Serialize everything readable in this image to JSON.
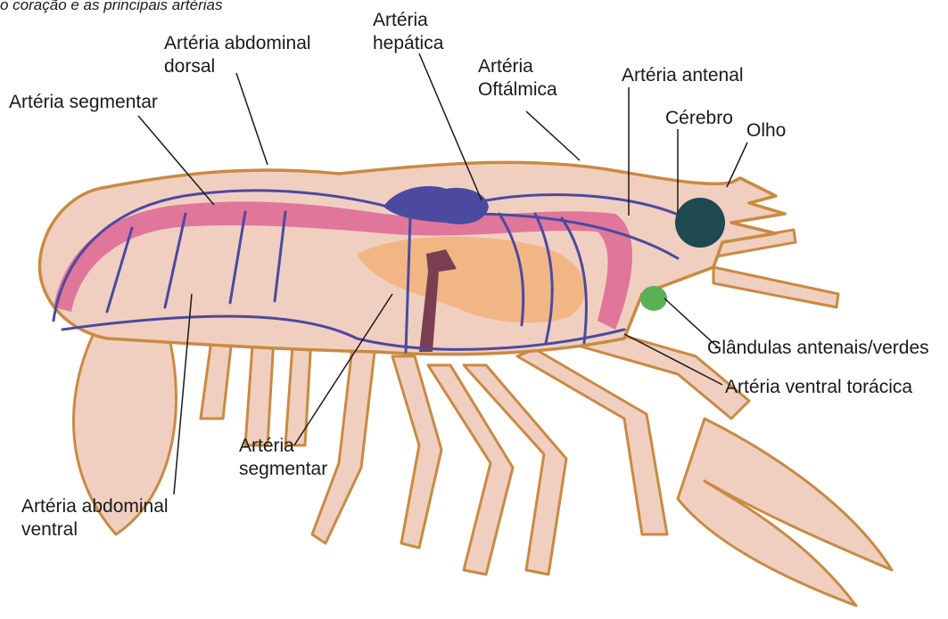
{
  "caption": "o coração e as principais artérias",
  "labels": {
    "abdominal_dorsal": [
      "Artéria abdominal",
      "dorsal"
    ],
    "segmentar_top": "Artéria segmentar",
    "hepatica": [
      "Artéria",
      "hepática"
    ],
    "oftalmica": [
      "Artéria",
      "Oftálmica"
    ],
    "antenal": "Artéria antenal",
    "cerebro": "Cérebro",
    "olho": "Olho",
    "glandulas": "Glândulas antenais/verdes",
    "ventral_toracica": "Artéria ventral torácica",
    "segmentar_bottom": [
      "Artéria",
      "segmentar"
    ],
    "abdominal_ventral": [
      "Artéria abdominal",
      "ventral"
    ]
  },
  "colors": {
    "body_fill": "#f1cfc0",
    "outline": "#c98a42",
    "artery": "#4b4aa0",
    "dorsal_band": "#dc5f8e",
    "gut": "#f2b27a",
    "heart": "#4b4aa0",
    "brain": "#1f4a52",
    "gland": "#59b055"
  }
}
